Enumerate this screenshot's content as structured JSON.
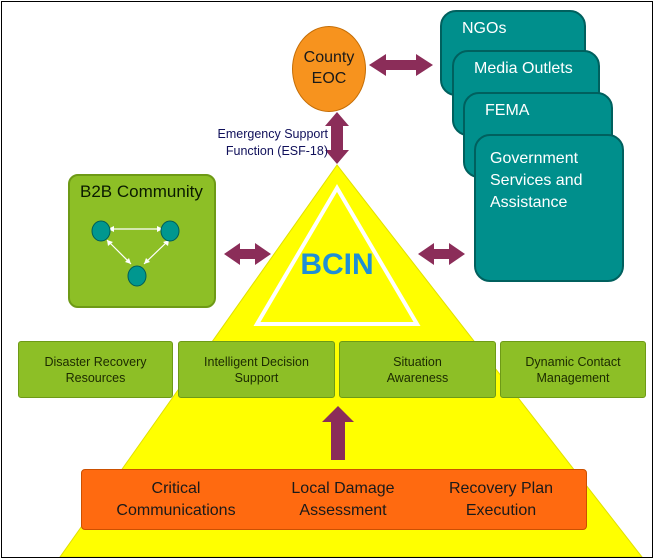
{
  "center": {
    "label": "BCIN"
  },
  "county_eoc": {
    "line1": "County",
    "line2": "EOC"
  },
  "esf_label": {
    "line1": "Emergency Support",
    "line2": "Function (ESF-18)"
  },
  "b2b": {
    "title": "B2B Community"
  },
  "stack_cards": [
    {
      "text": "NGOs"
    },
    {
      "text": "Media Outlets"
    },
    {
      "text": "FEMA"
    },
    {
      "line1": "Government",
      "line2": "Services and",
      "line3": "Assistance"
    }
  ],
  "green_boxes": [
    {
      "line1": "Disaster Recovery",
      "line2": "Resources"
    },
    {
      "line1": "Intelligent Decision",
      "line2": "Support"
    },
    {
      "line1": "Situation",
      "line2": "Awareness"
    },
    {
      "line1": "Dynamic Contact",
      "line2": "Management"
    }
  ],
  "bottom_items": [
    {
      "line1": "Critical",
      "line2": "Communications"
    },
    {
      "line1": "Local Damage",
      "line2": "Assessment"
    },
    {
      "line1": "Recovery Plan",
      "line2": "Execution"
    }
  ],
  "colors": {
    "pyramid": "#ffff00",
    "inner_triangle": "#ffff00",
    "center_text": "#1f8fd6",
    "eoc": "#f7931e",
    "arrow": "#8b2d59",
    "green": "#8dbf26",
    "teal": "#008f8c",
    "orange": "#ff6a10"
  }
}
